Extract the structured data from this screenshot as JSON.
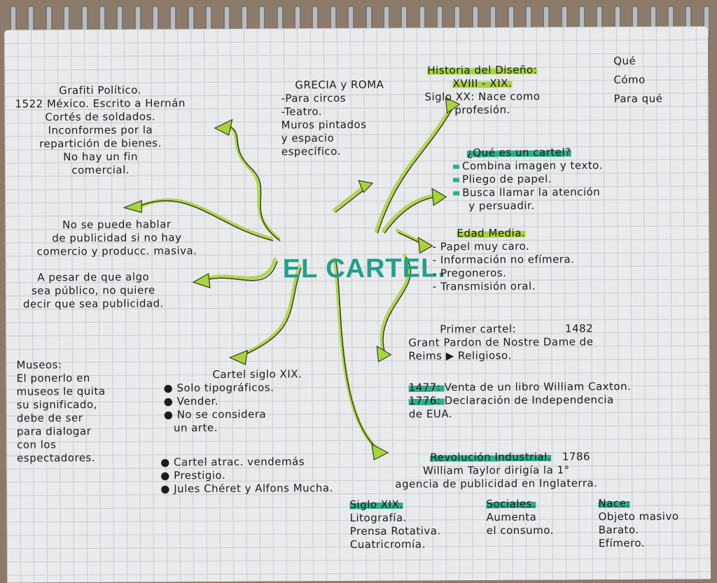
{
  "center": {
    "title": "EL CARTEL."
  },
  "colors": {
    "highlight_green": "#a8d43c",
    "highlight_teal": "#2fae8a",
    "title": "#21a08a"
  },
  "grafiti": [
    "Grafiti Político.",
    "1522 México. Escrito a Hernán",
    "Cortés de soldados.",
    "Inconformes por la",
    "repartición de bienes.",
    "No hay un fin",
    "comercial."
  ],
  "no_se_puede": [
    "No se puede hablar",
    "de publicidad si no hay",
    "comercio y producc. masiva."
  ],
  "apesar": [
    "A pesar de que algo",
    "sea público, no quiere",
    "decir que sea publicidad."
  ],
  "museos": {
    "heading": "Museos:",
    "lines": [
      "El ponerlo en",
      "museos le quita",
      "su significado,",
      "debe de ser",
      "para dialogar",
      "con los",
      "espectadores."
    ]
  },
  "grecia": {
    "heading": "GRECIA y ROMA",
    "lines": [
      "-Para circos",
      "-Teatro.",
      "Muros pintados",
      "y espacio",
      "específico."
    ]
  },
  "historia": {
    "heading": "Historia del Diseño:",
    "sub": "XVIII - XIX.",
    "lines": [
      "Siglo XX: Nace como",
      "profesión."
    ]
  },
  "preguntas": [
    "Qué",
    "Cómo",
    "Para qué"
  ],
  "que_es": {
    "heading": "¿Qué es un cartel?",
    "items": [
      "Combina imagen y texto.",
      "Pliego de papel.",
      "Busca llamar la atención",
      "y persuadir."
    ]
  },
  "edad_media": {
    "heading": "Edad Media.",
    "items": [
      "Papel muy caro.",
      "Información no efímera.",
      "Pregoneros.",
      "Transmisión oral."
    ]
  },
  "primer_cartel": {
    "heading": "Primer cartel:",
    "year": "1482",
    "lines": [
      "Grant Pardon de Nostre Dame de",
      "Reims ▶ Religioso."
    ]
  },
  "fechas": [
    {
      "year": "1477",
      "text": "Venta de un libro William Caxton."
    },
    {
      "year": "1776",
      "text": "Declaración de Independencia"
    },
    {
      "year": "",
      "text": "de EUA."
    }
  ],
  "siglo_xix_cartel": {
    "heading": "Cartel siglo XIX.",
    "items": [
      "Solo tipográficos.",
      "Vender.",
      "No se considera",
      "un arte."
    ]
  },
  "cartel_atrac": [
    "Cartel atrac. vendemás",
    "Prestigio.",
    "Jules Chéret y Alfons Mucha."
  ],
  "revolucion": {
    "heading": "Revolución Industrial.",
    "year": "1786",
    "lines": [
      "William Taylor dirigía la 1°",
      "agencia de publicidad en Inglaterra."
    ]
  },
  "columnas": [
    {
      "heading": "Siglo XIX.",
      "lines": [
        "Litografía.",
        "Prensa Rotativa.",
        "Cuatricromía."
      ]
    },
    {
      "heading": "Sociales.",
      "lines": [
        "Aumenta",
        "el consumo."
      ]
    },
    {
      "heading": "Nace:",
      "lines": [
        "Objeto masivo",
        "Barato.",
        "Efímero."
      ]
    }
  ]
}
